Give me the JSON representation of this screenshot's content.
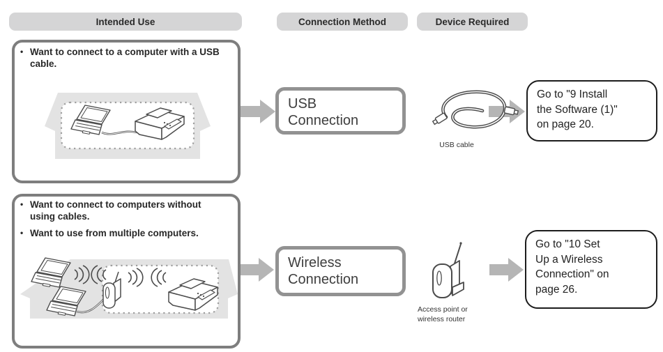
{
  "header": {
    "columns": [
      {
        "label": "Intended Use"
      },
      {
        "label": "Connection Method"
      },
      {
        "label": "Device Required"
      }
    ]
  },
  "rows": [
    {
      "bullets": [
        "Want to connect to a computer with a USB cable."
      ],
      "method_line1": "USB",
      "method_line2": "Connection",
      "device_caption_line1": "USB cable",
      "goto_lines": [
        "Go to \"9 Install",
        "the Software (1)\"",
        "on page 20."
      ]
    },
    {
      "bullets": [
        "Want to connect to computers without using cables.",
        "Want to use from multiple computers."
      ],
      "method_line1": "Wireless",
      "method_line2": "Connection",
      "device_caption_line1": "Access point or",
      "device_caption_line2": "wireless router",
      "goto_lines": [
        "Go to \"10 Set",
        "Up a Wireless",
        "Connection\" on",
        "page 26."
      ]
    }
  ],
  "colors": {
    "pill_bg": "#d5d5d6",
    "row_box_border": "#7e7e7e",
    "method_box_border": "#929292",
    "goto_box_border": "#1c1c1c",
    "arrow": "#b5b5b5",
    "illustration_bg": "#e3e3e3",
    "dotted_outline": "#9e9e9e",
    "line_art": "#4b4b4b",
    "text": "#262626"
  }
}
